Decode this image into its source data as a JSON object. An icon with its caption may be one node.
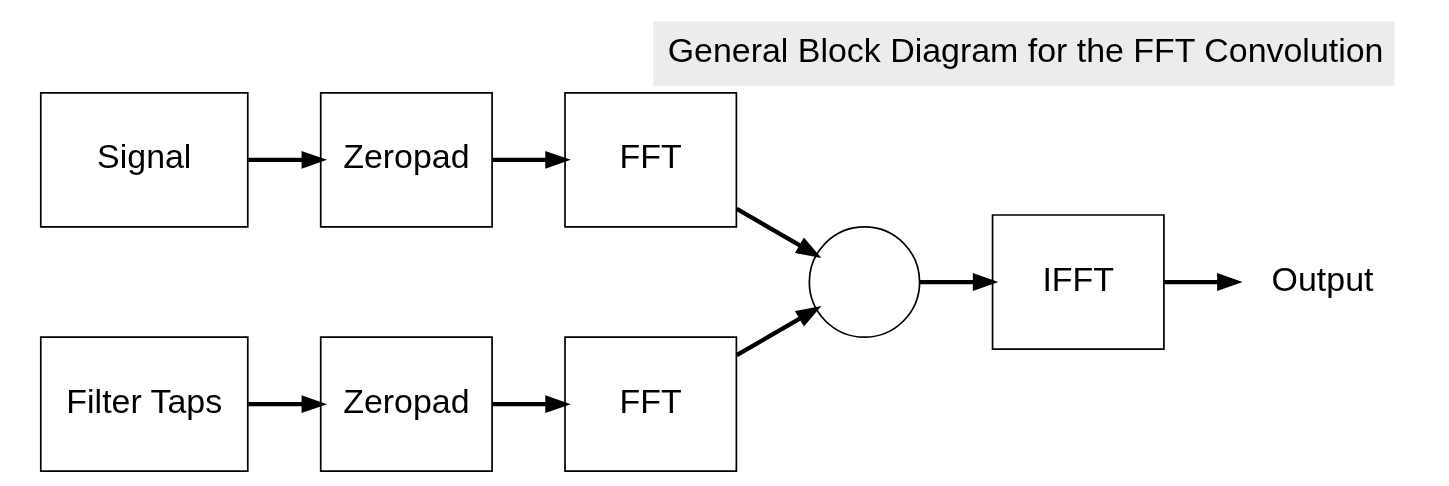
{
  "diagram": {
    "title": "General Block Diagram for the FFT Convolution",
    "nodes": [
      {
        "text": [
          "Signal"
        ]
      },
      {
        "text": [
          "Zeropad"
        ]
      },
      {
        "text": [
          "FFT"
        ]
      },
      {
        "text": [
          "Filter Taps"
        ]
      },
      {
        "text": [
          "Zeropad"
        ]
      },
      {
        "text": [
          "FFT"
        ]
      },
      {
        "text": [],
        "shape": "circle"
      },
      {
        "text": [
          "IFFT"
        ]
      },
      {
        "text": [
          "Output"
        ]
      }
    ],
    "edges": [
      {
        "from": 0,
        "to": 1,
        "arrow": "to"
      },
      {
        "from": 1,
        "to": 2,
        "arrow": "to"
      },
      {
        "from": 2,
        "to": 6,
        "arrow": "to"
      },
      {
        "from": 3,
        "to": 4,
        "arrow": "to"
      },
      {
        "from": 4,
        "to": 5,
        "arrow": "to"
      },
      {
        "from": 5,
        "to": 6,
        "arrow": "to"
      },
      {
        "from": 6,
        "to": 7,
        "arrow": "to"
      },
      {
        "from": 7,
        "to": 8,
        "arrow": "to"
      }
    ]
  }
}
